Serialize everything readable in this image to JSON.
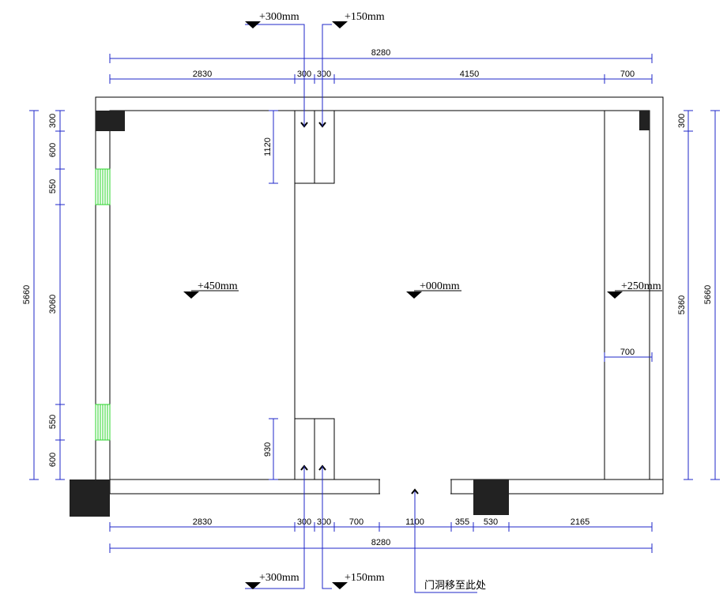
{
  "dimensions": {
    "top_total": "8280",
    "top_segments": [
      "2830",
      "300",
      "300",
      "4150",
      "700"
    ],
    "bottom_segments": [
      "2830",
      "300",
      "300",
      "700",
      "1100",
      "355",
      "530",
      "2165"
    ],
    "bottom_total": "8280",
    "left_outer": "5660",
    "left_segments": [
      "300",
      "600",
      "550",
      "3060",
      "550",
      "600"
    ],
    "right_inner": "5360",
    "right_outer": "5660",
    "right_top": "300",
    "counter_width": "700",
    "top_cabinet_depth": "1120",
    "bottom_cabinet_depth": "930"
  },
  "levels": {
    "top_a": "+300mm",
    "top_b": "+150mm",
    "bottom_a": "+300mm",
    "bottom_b": "+150mm",
    "left_room": "+450mm",
    "center_room": "+000mm",
    "right_room": "+250mm"
  },
  "notes": {
    "door_relocate": "门洞移至此处"
  },
  "colors": {
    "dimension_line": "#1f27c9",
    "wall": "#000000",
    "window": "#2bd62b",
    "column": "#222222"
  }
}
